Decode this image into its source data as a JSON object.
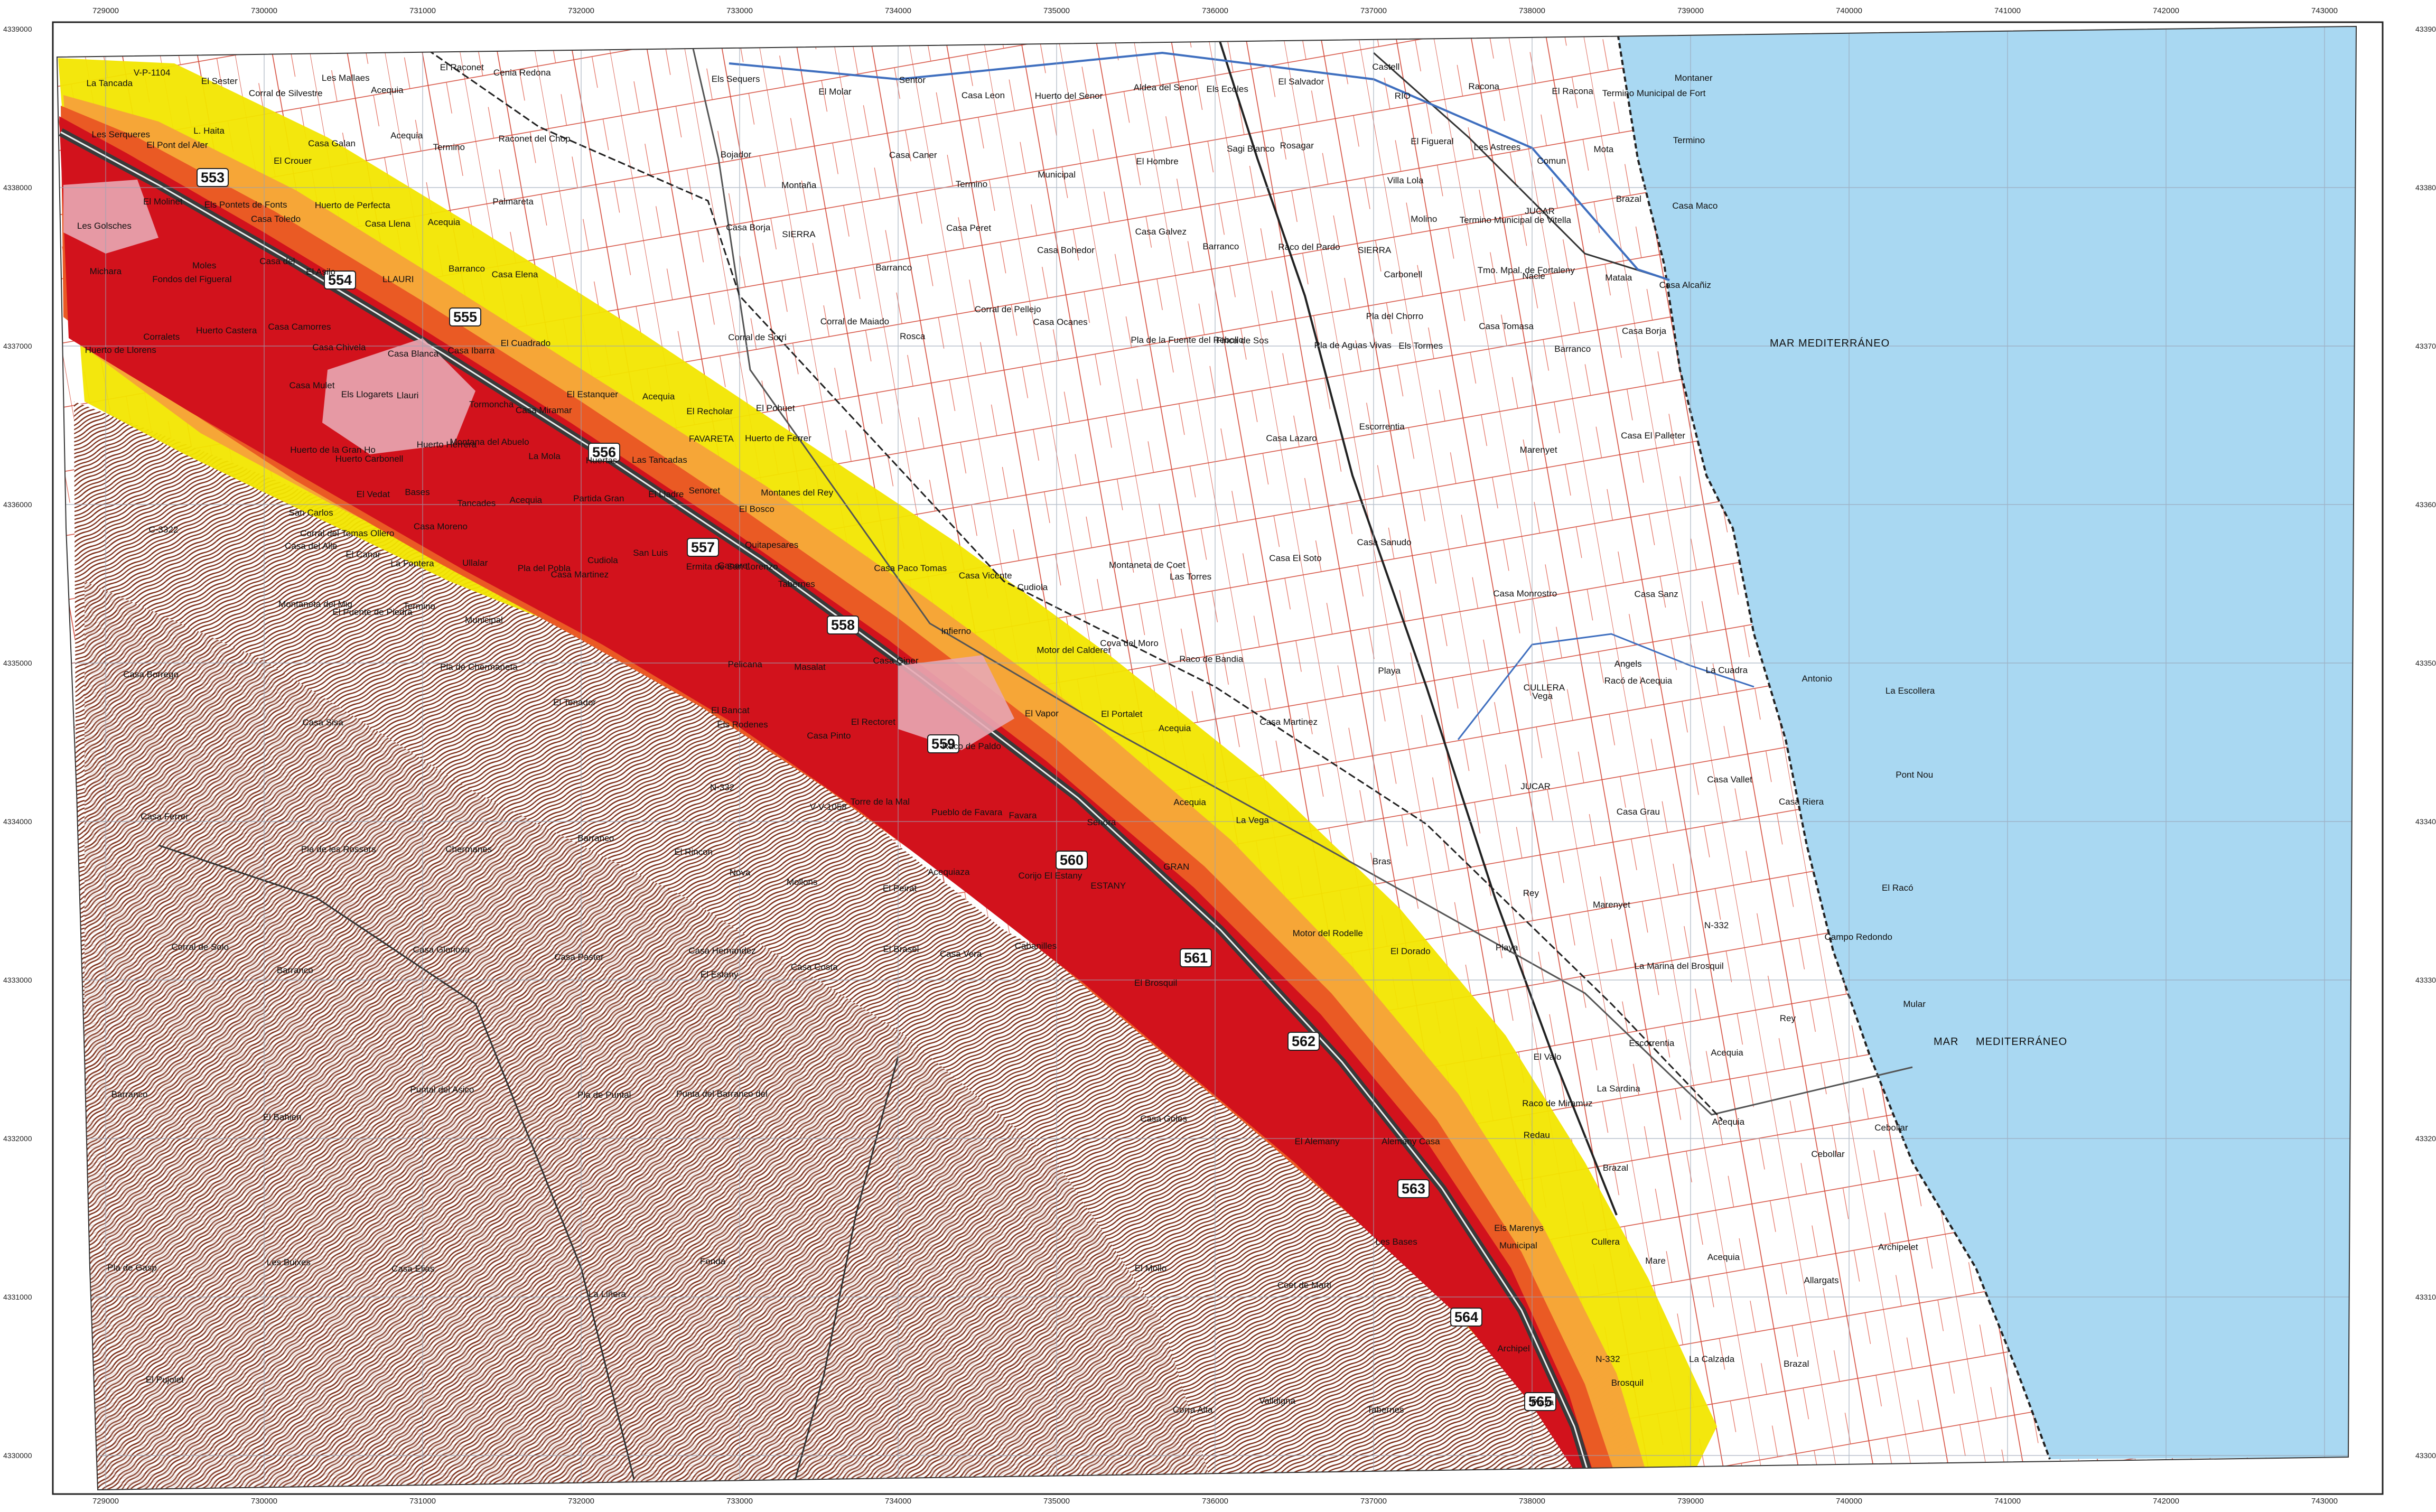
{
  "map": {
    "x_ticks": [
      "729000",
      "730000",
      "731000",
      "732000",
      "733000",
      "734000",
      "735000",
      "736000",
      "737000",
      "738000",
      "739000",
      "740000",
      "741000",
      "742000",
      "743000"
    ],
    "y_ticks": [
      "4339000",
      "4338000",
      "4337000",
      "4336000",
      "4335000",
      "4334000",
      "4333000",
      "4332000",
      "4331000",
      "4330000"
    ],
    "km_markers": [
      "553",
      "554",
      "555",
      "556",
      "557",
      "558",
      "559",
      "560",
      "561",
      "562",
      "563",
      "564",
      "565"
    ],
    "sea_labels": [
      "MAR MEDITERRÁNEO",
      "MAR",
      "MEDITERRÁNEO"
    ],
    "place_labels": [
      "La Tancada",
      "V-P-1104",
      "El Sester",
      "Corral de Silvestre",
      "Les Mallaes",
      "Acequia",
      "El Raconet",
      "Cenia Redona",
      "Les Serqueres",
      "El Pont del Aler",
      "L. Haita",
      "El Crouer",
      "Casa Galan",
      "Acequia",
      "Termino",
      "Raconet del Chop",
      "Les Golsches",
      "El Molinet",
      "Els Pontets de Fonts",
      "Casa Toledo",
      "Huerto de Perfecta",
      "Casa Llena",
      "Acequia",
      "Palmareta",
      "Michara",
      "Fondos del Figueral",
      "Moles",
      "Casa del",
      "El Asilo",
      "LLAURI",
      "Barranco",
      "Casa Elena",
      "Huerto de Llorens",
      "Corralets",
      "Huerto Castera",
      "Casa Camorres",
      "Casa Chivela",
      "Casa Blanca",
      "Casa Ibarra",
      "El Cuadrado",
      "Casa Mulet",
      "Els Llogarets",
      "Llauri",
      "Tormoncha",
      "Casa Miramar",
      "El Estanquer",
      "Acequia",
      "El Recholar",
      "El Pohuet",
      "Huerto de la Gran Ho",
      "Huerto Carbonell",
      "Huerto Herrera",
      "Montana del Abuelo",
      "La Mola",
      "Huertas",
      "Las Tancadas",
      "FAVARETA",
      "Huerto de Ferrer",
      "San Carlos",
      "El Vedat",
      "Bases",
      "Tancades",
      "Acequia",
      "Partida Gran",
      "El Lladre",
      "Senoret",
      "Montanes del Rey",
      "Casa del Alle",
      "El Canar",
      "La Fontera",
      "Ullalar",
      "Pla del Pobla",
      "Cudiola",
      "San Luis",
      "Ermita de San Lorenzo",
      "Quitapesares",
      "Montaneta del Mig",
      "El Puente de Piedra",
      "Termino",
      "Municipal",
      "Canaret",
      "Tabernes",
      "Casa Paco Tomas",
      "Casa Vicente",
      "Cudiola",
      "Montaneta de Coet",
      "Las Torres",
      "Pelicana",
      "Masalat",
      "Casa Giner",
      "Infierno",
      "Motor del Calderer",
      "Cova del Moro",
      "Raco de Bandia",
      "Els Rodenes",
      "Casa Pinto",
      "El Rectoret",
      "Raco de Paldo",
      "El Vapor",
      "El Portalet",
      "Acequia",
      "N-332",
      "V-V-1058",
      "Torre de la Mal",
      "Pueblo de Favara",
      "Favara",
      "Senora",
      "Acequia",
      "Nova",
      "Mollons",
      "El Peirat",
      "Acequiaza",
      "Corijo El Estany",
      "ESTANY",
      "GRAN",
      "El Estany",
      "Casa Costa",
      "El Brasel",
      "Casa Vera",
      "Cabanilles",
      "El Brosquil",
      "Motor del Rodelle",
      "El Dorado",
      "Playa",
      "La Marina del Brosquil",
      "Casa Goles",
      "El Alemany",
      "Alemany Casa",
      "Raco de Miramuz",
      "La Sardina",
      "El Mollo",
      "Coet de Marti",
      "Les Bases",
      "Els Marenys",
      "Mare",
      "Corra Alta",
      "Valldigna",
      "Tabernes",
      "Playa",
      "Brosquil",
      "Casa Lazaro",
      "Escorrentia",
      "Marenyet",
      "Casa El Palleter",
      "Casa El Soto",
      "Casa Sanudo",
      "Casa Monrostro",
      "Casa Sanz",
      "Casa Martinez",
      "Playa",
      "CULLERA",
      "Racó de Acequia",
      "La Vega",
      "Bras",
      "Vega",
      "Angels",
      "La Cuadra",
      "Antonio",
      "La Escollera",
      "JUCAR",
      "Casa Grau",
      "Casa Vallet",
      "Casa Riera",
      "Pont Nou",
      "Rey",
      "Marenyet",
      "N-332",
      "Campo Redondo",
      "El Racó",
      "El Valo",
      "Escorrentia",
      "Acequia",
      "Rey",
      "Mular",
      "Redau",
      "Brazal",
      "Acequia",
      "Cebollar",
      "Cebollar",
      "Municipal",
      "Cullera",
      "Acequia",
      "Allargats",
      "Archipelet",
      "Archipel",
      "N-332",
      "La Calzada",
      "Brazal",
      "RIO",
      "Racona",
      "El Racona",
      "Termino Municipal de Fort",
      "Montaner",
      "El Figueral",
      "Les Astrees",
      "Comun",
      "Mota",
      "Termino",
      "Molino",
      "Termino Municipal de Vitella",
      "JUCAR",
      "Brazal",
      "Casa Maco",
      "Carbonell",
      "Tmo. Mpal. de Fortaleny",
      "Nacle",
      "Matala",
      "Casa Alcañiz",
      "Els Tormes",
      "Casa Tomasa",
      "Barranco",
      "Casa Borja",
      "Els Sequers",
      "El Molar",
      "Sentor",
      "Casa Leon",
      "Huerto del Senor",
      "Aldea del Senor",
      "Els Ecoles",
      "El Salvador",
      "Castell",
      "Bojador",
      "Montaña",
      "Casa Caner",
      "Termino",
      "Municipal",
      "El Hombre",
      "Sagi Blanco",
      "Rosagar",
      "Villa Lola",
      "Casa Borja",
      "SIERRA",
      "Barranco",
      "Casa Peret",
      "Casa Bohedor",
      "Casa Galvez",
      "Barranco",
      "Raco del Pardo",
      "SIERRA",
      "Corral de Sorri",
      "Corral de Maiado",
      "Rosca",
      "Corral de Pellejo",
      "Casa Ocanes",
      "Pla de la Fuente del Rebollo",
      "Finca de Sos",
      "Pla de Aguas Vivas",
      "Pla del Chorro",
      "C-3322",
      "Corral del Tomas Ollero",
      "Casa Moreno",
      "Casa Martinez",
      "El Bosco",
      "Casa Borrego",
      "Casa Sisa",
      "Pla de Chermaneta",
      "El Tenador",
      "El Bancat",
      "Casa Ferrer",
      "Pla de les Rossors",
      "Chermanes",
      "Barranco",
      "El Rincon",
      "Corral de Solo",
      "Barranco",
      "Casa Gloriosa",
      "Casa Pastor",
      "Casa Hernandez",
      "Barranco",
      "El Bahien",
      "Puntal del Asico",
      "Pla de Puntal",
      "Punta del Barranco del",
      "Pla de Gasp",
      "Les Buixes",
      "Casa Elias",
      "La Liñera",
      "Fonda",
      "El Pujolet"
    ]
  }
}
